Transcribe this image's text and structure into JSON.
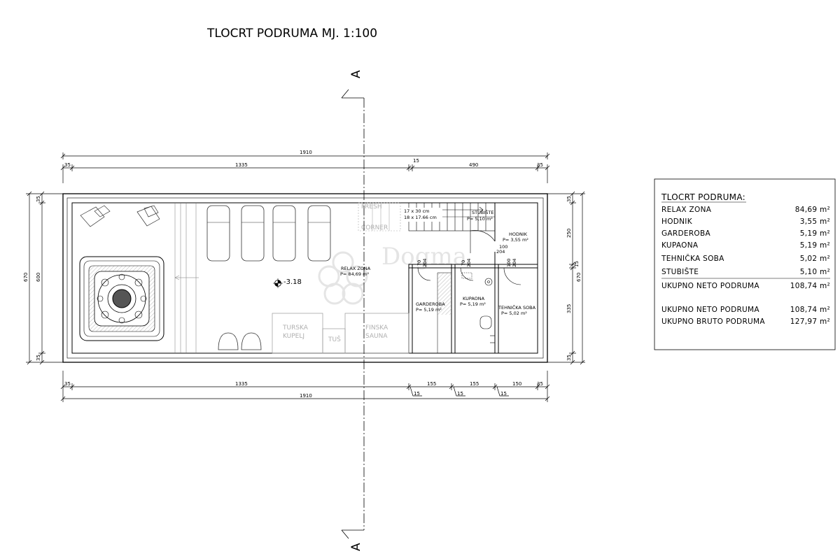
{
  "title": "TLOCRT PODRUMA  MJ. 1:100",
  "section_marker": "A",
  "level": "-3.18",
  "dimensions": {
    "top_total": "1910",
    "top_parts": [
      "35",
      "1335",
      "15",
      "490",
      "35"
    ],
    "bottom_parts": [
      "35",
      "1335",
      "155",
      "155",
      "150",
      "35"
    ],
    "bottom_walls": [
      "15",
      "15",
      "15"
    ],
    "bottom_total": "1910",
    "left_outer": "670",
    "left_inner": "600",
    "left_wall_top": "35",
    "left_wall_bottom": "35",
    "right_outer": "670",
    "right_top": "250",
    "right_mid": "15",
    "right_bottom": "335",
    "right_wall_top": "35",
    "right_wall_bottom": "35",
    "door_hodnik": [
      "100",
      "204"
    ],
    "door_garderoba": [
      "70",
      "204"
    ],
    "door_kupaona": [
      "70",
      "204"
    ],
    "door_tehnicka": [
      "100",
      "204"
    ]
  },
  "rooms": {
    "relax": {
      "name": "RELAX ZONA",
      "area": "P= 84,69 m²"
    },
    "stubiste": {
      "name": "STUBIŠTE",
      "area": "P= 5,10 m²"
    },
    "stairs_spec": [
      "17 x 30 cm",
      "18 x 17.66 cm"
    ],
    "hodnik": {
      "name": "HODNIK",
      "area": "P= 3,55 m²"
    },
    "garderoba": {
      "name": "GARDEROBA",
      "area": "P= 5,19 m²"
    },
    "kupaona": {
      "name": "KUPAONA",
      "area": "P= 5,19 m²"
    },
    "tehnicka": {
      "name": "TEHNIČKA SOBA",
      "area": "P= 5,02 m²"
    },
    "turska": [
      "TURSKA",
      "KUPELJ"
    ],
    "tus": "TUŠ",
    "finska": [
      "FINSKA",
      "SAUNA"
    ],
    "fresh": [
      "FRESH",
      "CORNER"
    ]
  },
  "watermark": "Dogma",
  "table": {
    "heading": "TLOCRT PODRUMA:",
    "rows": [
      {
        "label": "RELAX ZONA",
        "value": "84,69 m²"
      },
      {
        "label": "HODNIK",
        "value": "3,55 m²"
      },
      {
        "label": "GARDEROBA",
        "value": "5,19 m²"
      },
      {
        "label": "KUPAONA",
        "value": "5,19 m²"
      },
      {
        "label": "TEHNIČKA SOBA",
        "value": "5,02 m²"
      },
      {
        "label": "STUBIŠTE",
        "value": "5,10 m²"
      },
      {
        "label": "UKUPNO NETO PODRUMA",
        "value": "108,74 m²"
      }
    ],
    "totals": [
      {
        "label": "UKUPNO NETO PODRUMA",
        "value": "108,74 m²"
      },
      {
        "label": "UKUPNO BRUTO PODRUMA",
        "value": "127,97 m²"
      }
    ]
  }
}
